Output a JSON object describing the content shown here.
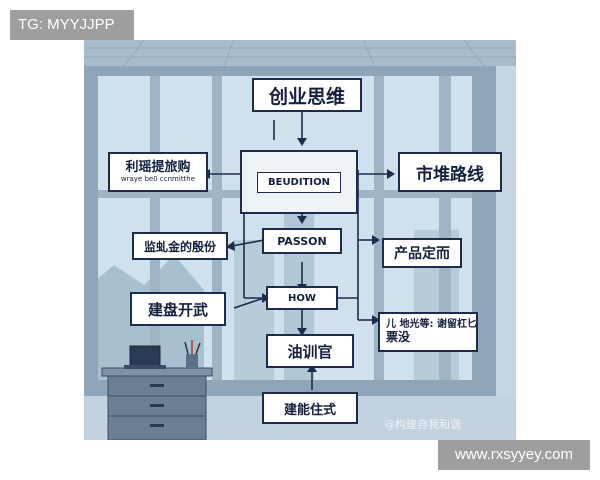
{
  "watermark_top": "TG: MYYJJPP",
  "watermark_bottom": "www.rxsyyey.com",
  "watermark_scene": "@构建自我和谐",
  "nodes": {
    "title": "创业思维",
    "left_top": "利瑶提旅购",
    "left_top_sub": "wraye be0 ccnmitthe",
    "center_top": "BEUDITION",
    "right_top": "市堆路线",
    "left_mid": "监虬金的殷份",
    "center_mid": "PASSON",
    "right_mid": "产品定而",
    "left_low": "建盘开武",
    "center_low": "HOW",
    "right_low_line1": "儿 地光等: 谢留杠匕,",
    "right_low_line2": "票没",
    "center_bottom": "油训官",
    "bottom": "建能住式"
  },
  "colors": {
    "box_border": "#1f2b4d",
    "text": "#14213d",
    "sky": "#cfe1ec",
    "frame": "#8fa6b8",
    "desk": "#6b7f94"
  }
}
